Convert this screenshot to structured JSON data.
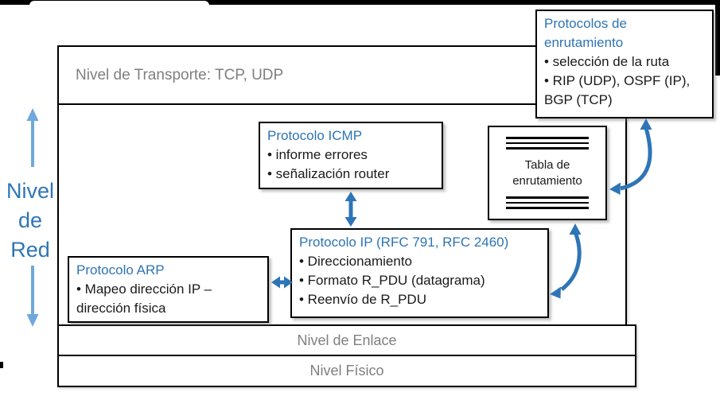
{
  "slide": {
    "layer_bands": {
      "transport_label": "Nivel de Transporte: TCP, UDP",
      "link_label": "Nivel de Enlace",
      "physical_label": "Nivel Físico"
    },
    "side_label": "Nivel\nde\nRed",
    "boxes": {
      "icmp": {
        "title": "Protocolo ICMP",
        "bullets": [
          "• informe errores",
          "• señalización router"
        ]
      },
      "routing_protocols": {
        "title": "Protocolos de enrutamiento",
        "bullets": [
          "• selección de la ruta",
          "• RIP (UDP), OSPF (IP), BGP (TCP)"
        ]
      },
      "routing_table": {
        "label": "Tabla de enrutamiento"
      },
      "ip": {
        "title": "Protocolo IP (RFC 791, RFC 2460)",
        "bullets": [
          "• Direccionamiento",
          "• Formato R_PDU (datagrama)",
          "• Reenvío de R_PDU"
        ]
      },
      "arp": {
        "title": "Protocolo ARP",
        "bullets": [
          "• Mapeo dirección IP – dirección física"
        ]
      }
    },
    "edges": [
      {
        "from": "Protocolo ICMP",
        "to": "Protocolo IP",
        "style": "double-headed-vertical"
      },
      {
        "from": "Protocolo ARP",
        "to": "Protocolo IP",
        "style": "double-headed-horizontal"
      },
      {
        "from": "Protocolo IP",
        "to": "Tabla de enrutamiento",
        "style": "double-headed-curved"
      },
      {
        "from": "Tabla de enrutamiento",
        "to": "Protocolos de enrutamiento",
        "style": "double-headed-curved"
      },
      {
        "name": "nivel-de-red-extent",
        "style": "up-arrow and down-arrow spanning the network layer"
      }
    ],
    "colors": {
      "title_blue": "#2E74B5",
      "connector_blue": "#2E75B6",
      "side_arrow_blue": "#6FA8DC",
      "gray_text": "#7F7F7F",
      "border_black": "#000000"
    }
  }
}
